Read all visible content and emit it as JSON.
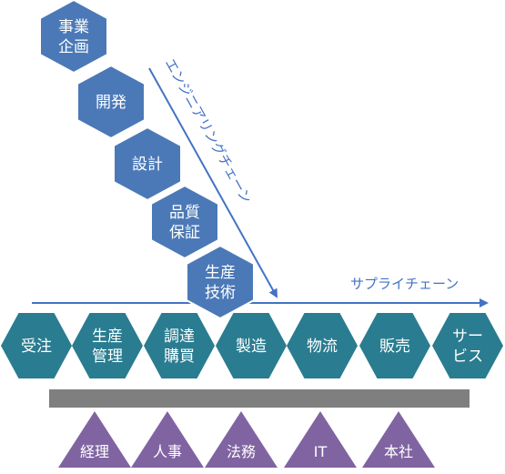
{
  "engineering_chain": {
    "label": "エンジニアリングチェーン",
    "steps": [
      {
        "lines": [
          "事業",
          "企画"
        ]
      },
      {
        "lines": [
          "開発"
        ]
      },
      {
        "lines": [
          "設計"
        ]
      },
      {
        "lines": [
          "品質",
          "保証"
        ]
      },
      {
        "lines": [
          "生産",
          "技術"
        ]
      }
    ]
  },
  "supply_chain": {
    "label": "サプライチェーン",
    "steps": [
      {
        "lines": [
          "受注"
        ]
      },
      {
        "lines": [
          "生産",
          "管理"
        ]
      },
      {
        "lines": [
          "調達",
          "購買"
        ]
      },
      {
        "lines": [
          "製造"
        ]
      },
      {
        "lines": [
          "物流"
        ]
      },
      {
        "lines": [
          "販売"
        ]
      },
      {
        "lines": [
          "サー",
          "ビス"
        ]
      }
    ]
  },
  "support_functions": [
    {
      "label": "経理"
    },
    {
      "label": "人事"
    },
    {
      "label": "法務"
    },
    {
      "label": "IT"
    },
    {
      "label": "本社"
    }
  ],
  "colors": {
    "engineering_hex": "#4b79b7",
    "engineering_hex_border": "#ffffff",
    "supply_hex": "#2a7c90",
    "arrow": "#4472c4",
    "platform_bar": "#7f7f7f",
    "support_triangle": "#8064a2",
    "text": "#ffffff"
  }
}
